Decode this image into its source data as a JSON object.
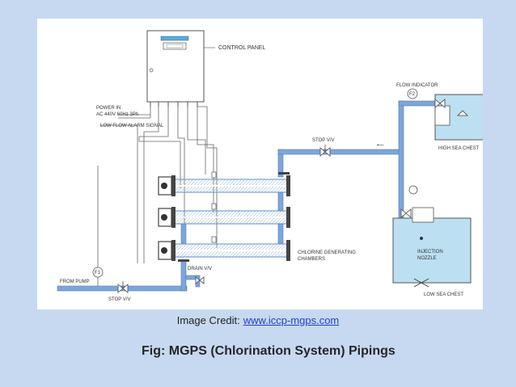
{
  "diagram": {
    "labels": {
      "control_panel": "CONTROL PANEL",
      "power_in_1": "POWER IN",
      "power_in_2": "AC 440V 60Hz 3Ph",
      "low_flow_alarm": "LOW FLOW ALARM SIGNAL",
      "flow_indicator": "FLOW INDICATOR",
      "f2": "F2",
      "f1": "F1",
      "stop_vv_top": "STOP V/V",
      "high_sea_chest": "HIGH SEA CHEST",
      "chlorine_1": "CHLORINE GENERATING",
      "chlorine_2": "CHAMBERS",
      "injection_1": "INJECTION",
      "injection_2": "NOZZLE",
      "low_sea_chest": "LOW SEA CHEST",
      "drain_vv": "DRAIN V/V",
      "from_pump": "FROM PUMP",
      "stop_vv_bottom": "STOP V/V"
    },
    "colors": {
      "pipe": "#7ea6d9",
      "water": "#bcdff2",
      "line": "#555555"
    }
  },
  "credit": {
    "prefix": "Image Credit:",
    "link": "www.iccp-mgps.com"
  },
  "caption": "Fig: MGPS (Chlorination System) Pipings"
}
